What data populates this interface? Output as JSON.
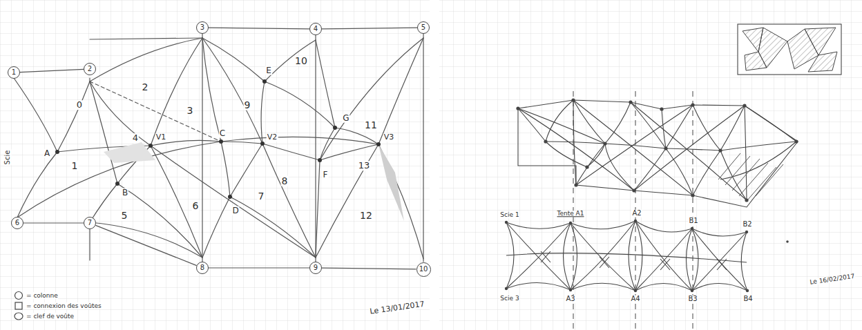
{
  "diagram": {
    "nodes": [
      {
        "text": [
          "1"
        ]
      },
      {
        "text": [
          "2"
        ]
      },
      {
        "text": [
          "3"
        ]
      },
      {
        "text": [
          "4"
        ]
      },
      {
        "text": [
          "5"
        ]
      },
      {
        "text": [
          "6"
        ]
      },
      {
        "text": [
          "7"
        ]
      },
      {
        "text": [
          "8"
        ]
      },
      {
        "text": [
          "9"
        ]
      },
      {
        "text": [
          "10"
        ]
      }
    ],
    "edges": [
      {
        "from": 0,
        "to": 1,
        "arrow": "none"
      },
      {
        "from": 2,
        "to": 3,
        "arrow": "none"
      },
      {
        "from": 3,
        "to": 4,
        "arrow": "none"
      },
      {
        "from": 5,
        "to": 6,
        "arrow": "none"
      },
      {
        "from": 6,
        "to": 7,
        "arrow": "none"
      },
      {
        "from": 7,
        "to": 8,
        "arrow": "none"
      },
      {
        "from": 8,
        "to": 9,
        "arrow": "none"
      },
      {
        "from": 4,
        "to": 9,
        "arrow": "none"
      },
      {
        "from": 2,
        "to": 7,
        "arrow": "none"
      },
      {
        "from": 3,
        "to": 8,
        "arrow": "none"
      }
    ],
    "labels": [
      "0",
      "1",
      "2",
      "3",
      "4",
      "V1",
      "5",
      "6",
      "7",
      "8",
      "9",
      "10",
      "11",
      "13",
      "12",
      "A",
      "B",
      "C",
      "D",
      "E",
      "F",
      "G",
      "V2",
      "V3",
      "Scie",
      "Le 13/01/2017",
      "Scie 1",
      "Tente A1",
      "A2",
      "B1",
      "B2",
      "Scie 3",
      "A3",
      "A4",
      "B3",
      "B4",
      "Le 16/02/2017"
    ],
    "legend": [
      {
        "text": "= colonne"
      },
      {
        "text": "= connexion des voûtes"
      },
      {
        "text": "= clef de voûte"
      }
    ]
  }
}
